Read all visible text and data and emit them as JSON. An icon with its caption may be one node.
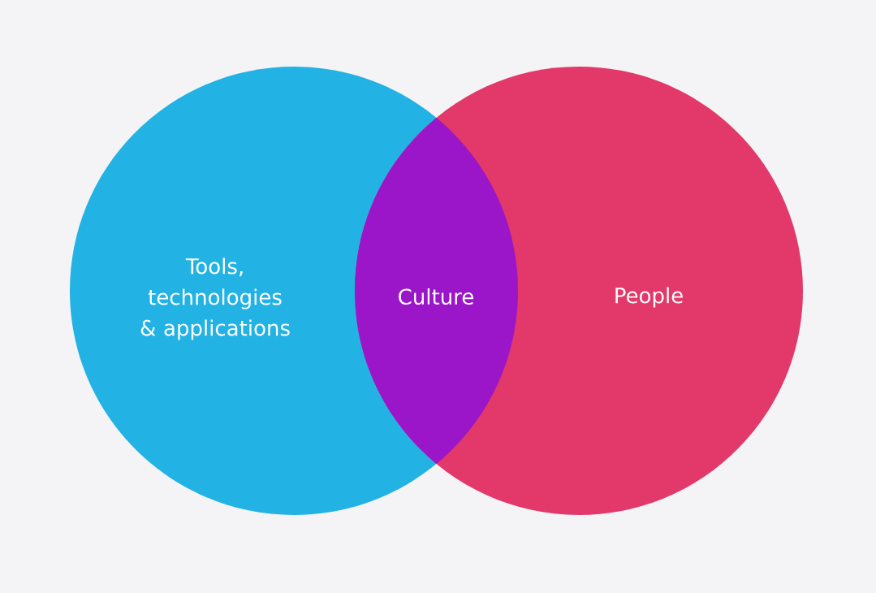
{
  "diagram": {
    "nodes": [
      {
        "text": [
          "Tools, technologies & applications"
        ]
      },
      {
        "text": [
          "People"
        ]
      },
      {
        "text": [
          "Culture"
        ]
      }
    ]
  }
}
